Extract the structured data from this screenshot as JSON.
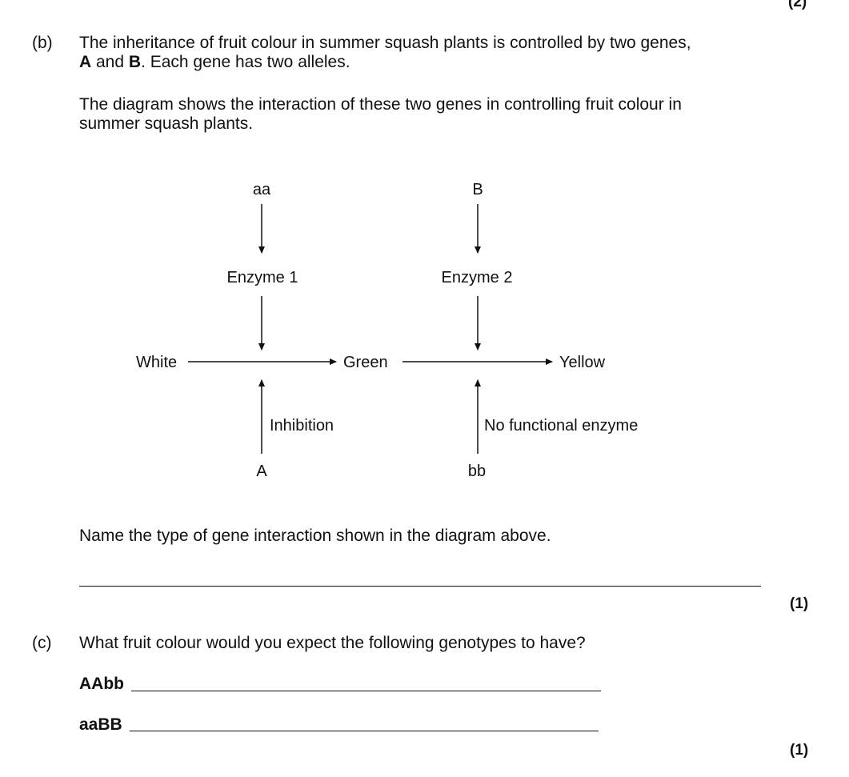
{
  "marks_top": "(2)",
  "part_b": {
    "label": "(b)",
    "para1_line1": "The inheritance of fruit colour in summer squash plants is controlled by two genes,",
    "para1_gene_a": "A",
    "para1_and": " and ",
    "para1_gene_b": "B",
    "para1_rest": ". Each gene has two alleles.",
    "para2_line1": "The diagram shows the interaction of these two genes in controlling fruit colour in",
    "para2_line2": "summer squash plants.",
    "question": "Name the type of gene interaction shown in the diagram above.",
    "marks": "(1)"
  },
  "diagram": {
    "top_left_allele": "aa",
    "top_right_allele": "B",
    "enzyme1": "Enzyme 1",
    "enzyme2": "Enzyme 2",
    "white": "White",
    "green": "Green",
    "yellow": "Yellow",
    "inhibition": "Inhibition",
    "no_enzyme": "No functional enzyme",
    "bottom_left_allele": "A",
    "bottom_right_allele": "bb"
  },
  "part_c": {
    "label": "(c)",
    "question": "What fruit colour would you expect the following genotypes to have?",
    "genotype1": "AAbb",
    "genotype2": "aaBB",
    "marks": "(1)"
  }
}
